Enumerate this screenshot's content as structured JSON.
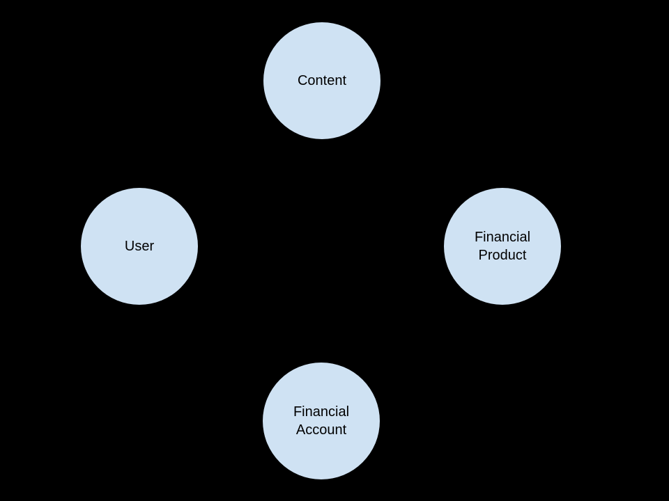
{
  "page": {
    "background_color": "#000000"
  },
  "diagram": {
    "type": "entity-graph",
    "node_fill_color": "#cfe2f3",
    "node_label_color": "#000000",
    "nodes": [
      {
        "label": "Content"
      },
      {
        "label": "User"
      },
      {
        "label": "Financial Product"
      },
      {
        "label": "Financial Account"
      }
    ]
  }
}
